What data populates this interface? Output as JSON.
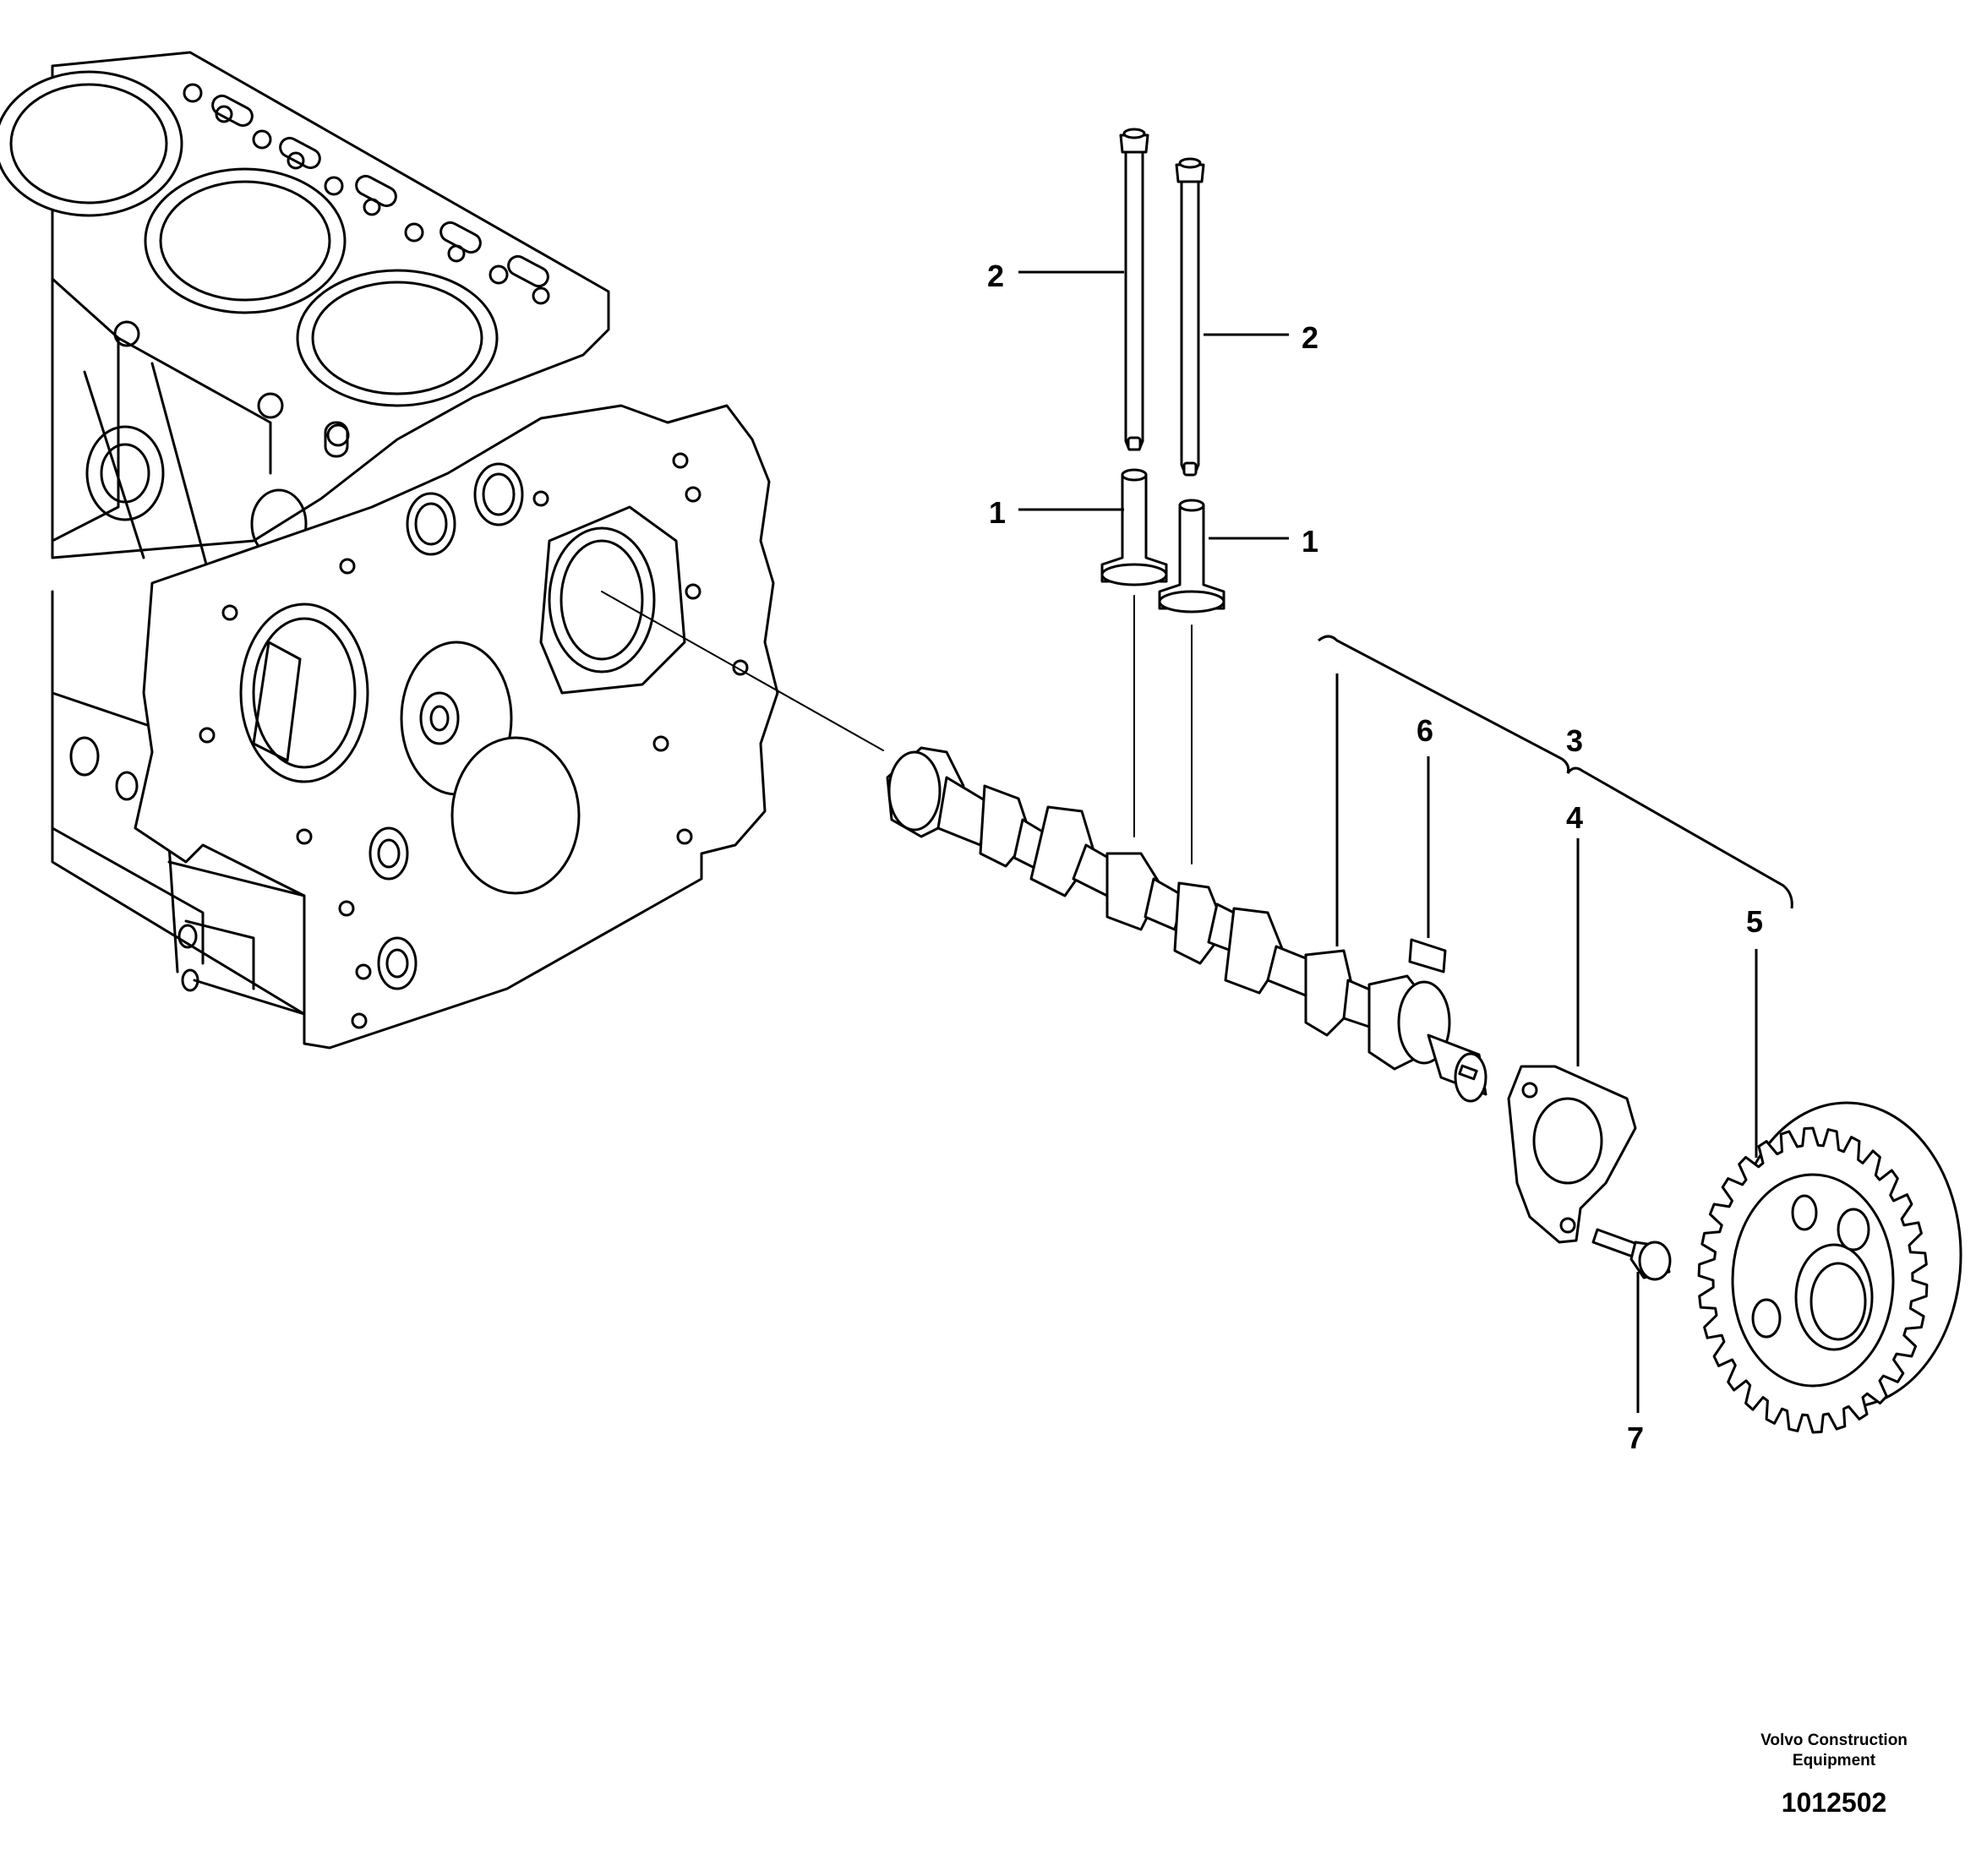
{
  "diagram": {
    "callouts": [
      {
        "id": "c2a",
        "text": "2"
      },
      {
        "id": "c2b",
        "text": "2"
      },
      {
        "id": "c1a",
        "text": "1"
      },
      {
        "id": "c1b",
        "text": "1"
      },
      {
        "id": "c6",
        "text": "6"
      },
      {
        "id": "c3",
        "text": "3"
      },
      {
        "id": "c4",
        "text": "4"
      },
      {
        "id": "c5",
        "text": "5"
      },
      {
        "id": "c7",
        "text": "7"
      }
    ],
    "credit": {
      "company_line1": "Volvo Construction",
      "company_line2": "Equipment",
      "number": "1012502"
    }
  }
}
